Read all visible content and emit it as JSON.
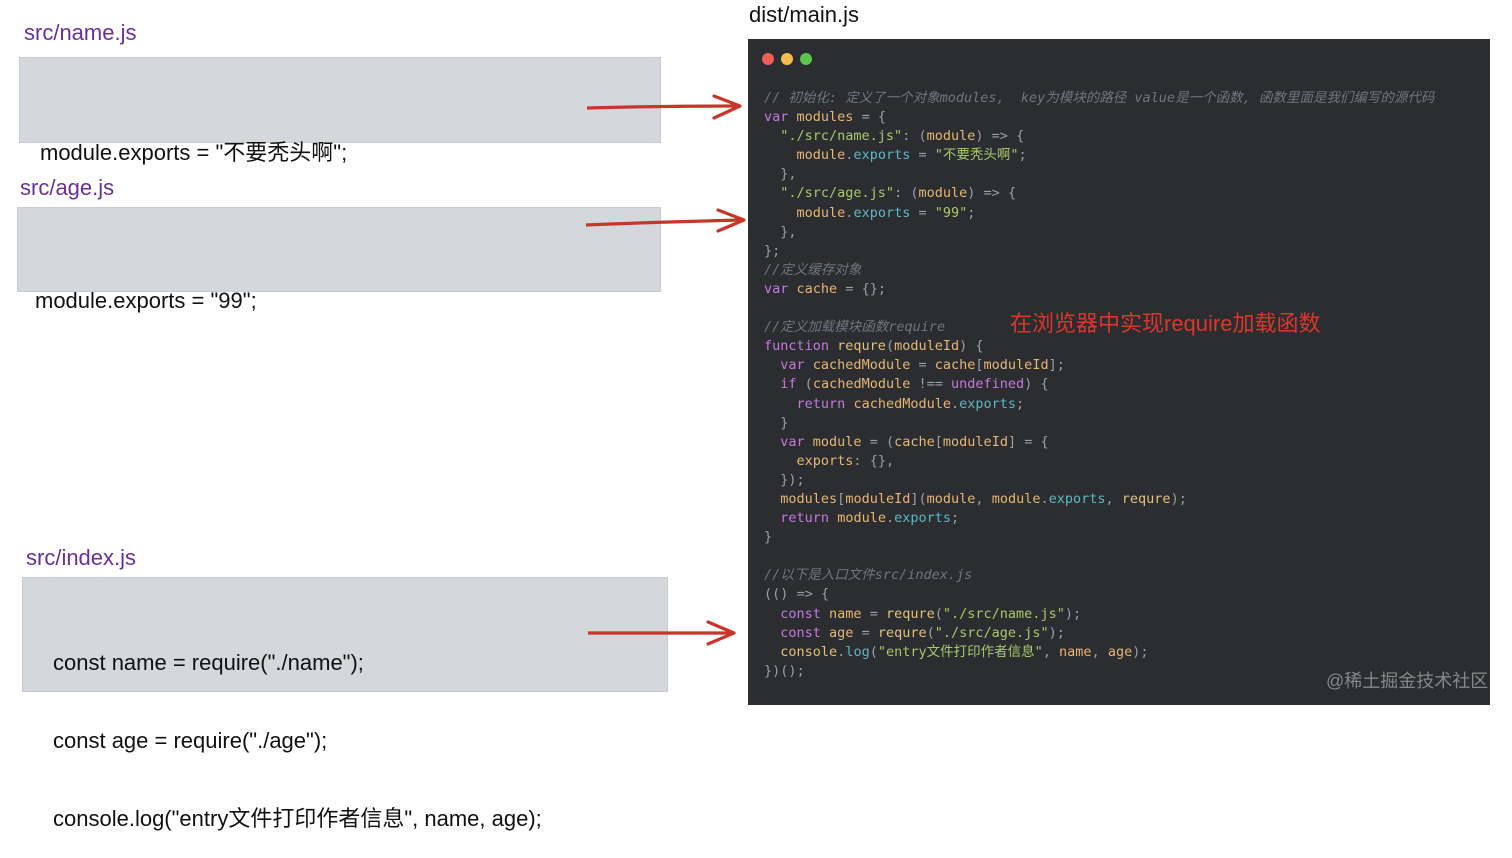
{
  "sources": [
    {
      "filename": "src/name.js",
      "lines": [
        "module.exports = \"不要秃头啊\";"
      ]
    },
    {
      "filename": "src/age.js",
      "lines": [
        "module.exports = \"99\";"
      ]
    },
    {
      "filename": "src/index.js",
      "lines": [
        "const name = require(\"./name\");",
        "const age = require(\"./age\");",
        "console.log(\"entry文件打印作者信息\", name, age);"
      ]
    }
  ],
  "dist": {
    "filename": "dist/main.js",
    "code_lines": [
      "// 初始化: 定义了一个对象modules,  key为模块的路径 value是一个函数, 函数里面是我们编写的源代码",
      "var modules = {",
      "  \"./src/name.js\": (module) => {",
      "    module.exports = \"不要秃头啊\";",
      "  },",
      "  \"./src/age.js\": (module) => {",
      "    module.exports = \"99\";",
      "  },",
      "};",
      "//定义缓存对象",
      "var cache = {};",
      "",
      "//定义加载模块函数require",
      "function requre(moduleId) {",
      "  var cachedModule = cache[moduleId];",
      "  if (cachedModule !== undefined) {",
      "    return cachedModule.exports;",
      "  }",
      "  var module = (cache[moduleId] = {",
      "    exports: {},",
      "  });",
      "  modules[moduleId](module, module.exports, requre);",
      "  return module.exports;",
      "}",
      "",
      "//以下是入口文件src/index.js",
      "(() => {",
      "  const name = requre(\"./src/name.js\");",
      "  const age = requre(\"./src/age.js\");",
      "  console.log(\"entry文件打印作者信息\", name, age);",
      "})();"
    ]
  },
  "annotation": "在浏览器中实现require加载函数",
  "watermark": "@稀土掘金技术社区",
  "colors": {
    "label": "#6b2f9a",
    "arrow": "#c8352b",
    "annotation": "#d9372b",
    "editor_bg": "#2b2d31",
    "dot_red": "#ee5f57",
    "dot_yellow": "#f5bd4f",
    "dot_green": "#5ec54f"
  }
}
